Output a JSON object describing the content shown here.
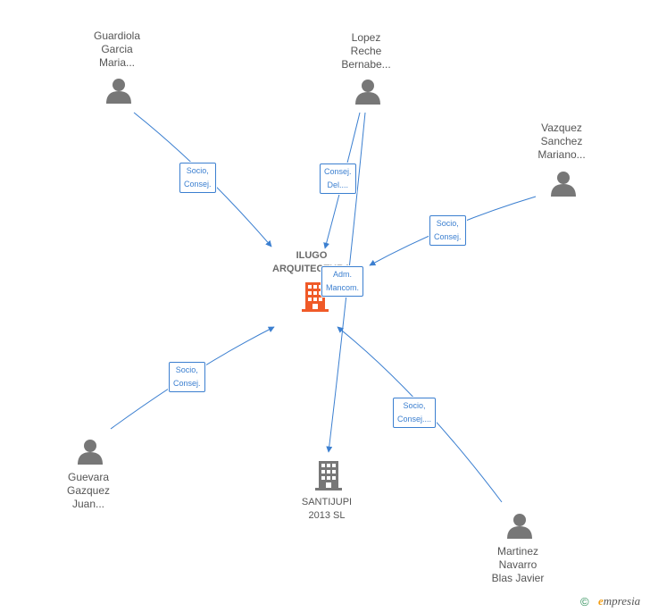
{
  "company": {
    "line1": "ILUGO",
    "line2": "ARQUITECTURA",
    "color": "#f05a28"
  },
  "company2": {
    "line1": "SANTIJUPI",
    "line2": "2013  SL",
    "color": "#777777"
  },
  "people": [
    {
      "id": "guardiola",
      "lines": [
        "Guardiola",
        "Garcia",
        "Maria..."
      ]
    },
    {
      "id": "lopez",
      "lines": [
        "Lopez",
        "Reche",
        "Bernabe..."
      ]
    },
    {
      "id": "vazquez",
      "lines": [
        "Vazquez",
        "Sanchez",
        "Mariano..."
      ]
    },
    {
      "id": "guevara",
      "lines": [
        "Guevara",
        "Gazquez",
        "Juan..."
      ]
    },
    {
      "id": "martinez",
      "lines": [
        "Martinez",
        "Navarro",
        "Blas Javier"
      ]
    }
  ],
  "edges": [
    {
      "id": "guardiola",
      "lines": [
        "Socio,",
        "Consej."
      ]
    },
    {
      "id": "lopez",
      "lines": [
        "Consej.",
        "Del...."
      ]
    },
    {
      "id": "vazquez",
      "lines": [
        "Socio,",
        "Consej."
      ]
    },
    {
      "id": "adm",
      "lines": [
        "Adm.",
        "Mancom."
      ]
    },
    {
      "id": "guevara",
      "lines": [
        "Socio,",
        "Consej."
      ]
    },
    {
      "id": "martinez",
      "lines": [
        "Socio,",
        "Consej...."
      ]
    }
  ],
  "footer": {
    "copyright": "©",
    "brand_e": "e",
    "brand_rest": "mpresia"
  },
  "colors": {
    "edge": "#3b7fd0",
    "person": "#777777"
  },
  "icons": {
    "person": "person-icon",
    "company": "building-icon"
  }
}
